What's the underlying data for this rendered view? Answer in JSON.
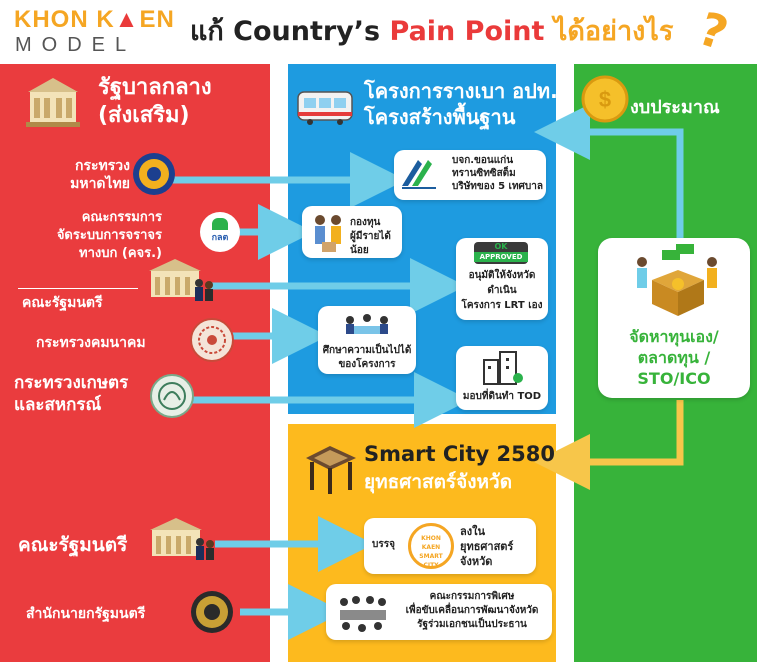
{
  "header": {
    "logo_top_a": "KHON K",
    "logo_top_b": "EN",
    "logo_bottom": "MODEL",
    "title_part1": "แก้ Country’s ",
    "title_part2": "Pain Point ",
    "title_part3": "ได้อย่างไร",
    "title_mark": "?"
  },
  "left_column": {
    "heading_line1": "รัฐบาลกลาง",
    "heading_line2": "(ส่งเสริม)",
    "item1_line1": "กระทรวง",
    "item1_line2": "มหาดไทย",
    "item2_line1": "คณะกรรมการ",
    "item2_line2": "จัดระบบการจราจร",
    "item2_line3": "ทางบก (คจร.)",
    "item2_badge": "กลต",
    "item3": "คณะรัฐมนตรี",
    "item4": "กระทรวงคมนาคม",
    "item5_line1": "กระทรวงเกษตร",
    "item5_line2": "และสหกรณ์",
    "item6": "คณะรัฐมนตรี",
    "item7": "สำนักนายกรัฐมนตรี"
  },
  "blue_column": {
    "heading_line1": "โครงการรางเบา อปท.",
    "heading_line2": "โครงสร้างพื้นฐาน",
    "box1_line1": "บจก.ขอนแก่น",
    "box1_line2": "ทรานซิทซิสต็ม",
    "box1_line3": "บริษัทของ 5 เทศบาล",
    "box2_line1": "กองทุน",
    "box2_line2": "ผู้มีรายได้น้อย",
    "box3_badge_top": "OK",
    "box3_badge_bottom": "APPROVED",
    "box3_line1": "อนุมัติให้จังหวัด",
    "box3_line2": "ดำเนิน",
    "box3_line3": "โครงการ LRT เอง",
    "box4_line1": "ศึกษาความเป็นไปได้",
    "box4_line2": "ของโครงการ",
    "box5": "มอบที่ดินทำ TOD"
  },
  "yellow_column": {
    "heading_line1": "Smart City 2580",
    "heading_line2": "ยุทธศาสตร์จังหวัด",
    "box1_left": "บรรจุ",
    "box1_logo": "KHON KAEN SMART CITY",
    "box1_line1": "ลงใน",
    "box1_line2": "ยุทธศาสตร์",
    "box1_line3": "จังหวัด",
    "box2_line1": "คณะกรรมการพิเศษ",
    "box2_line2": "เพื่อขับเคลื่อนการพัฒนาจังหวัด",
    "box2_line3": "รัฐร่วมเอกชนเป็นประธาน"
  },
  "green_column": {
    "heading": "งบประมาณ",
    "box_line1": "จัดหาทุนเอง/",
    "box_line2": "ตลาดทุน /",
    "box_line3": "STO/ICO"
  },
  "colors": {
    "red": "#ea3c3e",
    "blue": "#1e9be0",
    "yellow": "#fdba1e",
    "green": "#37b33a",
    "arrow": "#6fcde8"
  },
  "icons": [
    "government-building-icon",
    "tram-icon",
    "coin-icon",
    "ministry-seal-icon",
    "sec-logo-icon",
    "meeting-people-icon",
    "approved-stamp-icon",
    "city-building-icon",
    "tree-icon",
    "investment-money-icon",
    "table-icon"
  ]
}
